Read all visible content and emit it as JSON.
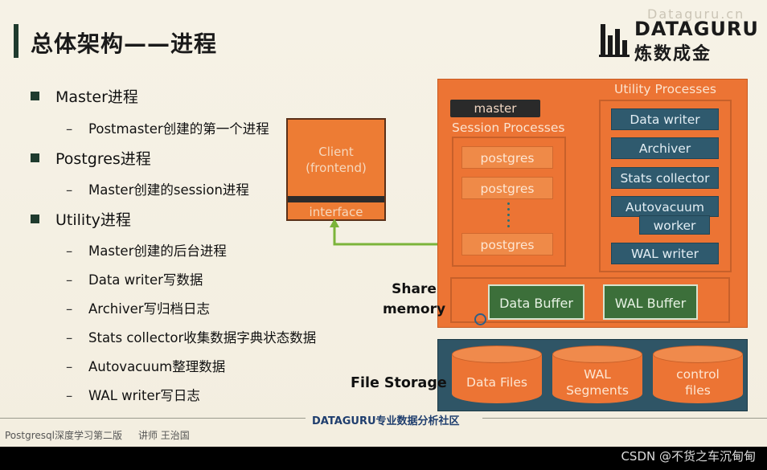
{
  "slide": {
    "title": "总体架构——进程",
    "logo_top": "DATAGURU",
    "logo_bottom": "炼数成金",
    "logo_ghost": "Dataguru.cn"
  },
  "bullets": [
    {
      "label": "Master进程",
      "subs": [
        "Postmaster创建的第一个进程"
      ]
    },
    {
      "label": "Postgres进程",
      "subs": [
        "Master创建的session进程"
      ]
    },
    {
      "label": "Utility进程",
      "subs": [
        "Master创建的后台进程",
        "Data writer写数据",
        "Archiver写归档日志",
        "Stats collector收集数据字典状态数据",
        "Autovacuum整理数据",
        "WAL writer写日志"
      ]
    }
  ],
  "diagram": {
    "client_line1": "Client",
    "client_line2": "(frontend)",
    "interface": "interface",
    "utility_title": "Utility Processes",
    "master": "master",
    "session_title": "Session  Processes",
    "postgres": [
      "postgres",
      "postgres",
      "postgres"
    ],
    "utility_items": [
      "Data writer",
      "Archiver",
      "Stats collector",
      "Autovacuum",
      "worker",
      "WAL writer"
    ],
    "share_memory_line1": "Share",
    "share_memory_line2": "memory",
    "data_buffer": "Data Buffer",
    "wal_buffer": "WAL Buffer",
    "file_storage": "File Storage",
    "files": [
      {
        "line1": "Data Files",
        "line2": ""
      },
      {
        "line1": "WAL",
        "line2": "Segments"
      },
      {
        "line1": "control",
        "line2": "files"
      }
    ],
    "colors": {
      "orange": "#ec7434",
      "utility_blue": "#2f5a6e",
      "buffer_green": "#3c6f3a",
      "arrow_green": "#7bb43a"
    }
  },
  "footer": {
    "center": "DATAGURU专业数据分析社区",
    "left_course": "Postgresql深度学习第二版",
    "left_teacher": "讲师 王治国"
  },
  "watermark": "CSDN @不货之车沉甸甸"
}
